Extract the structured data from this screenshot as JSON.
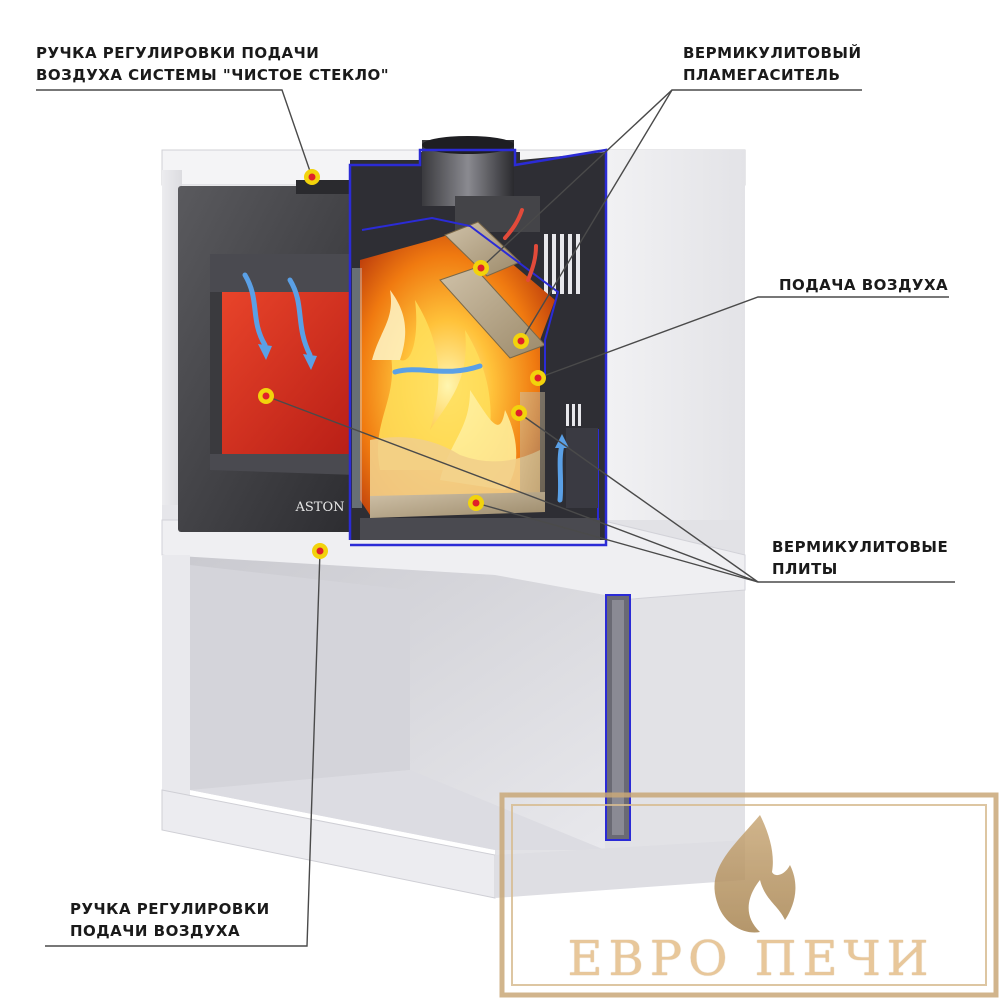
{
  "callouts": {
    "top_left": [
      "РУЧКА РЕГУЛИРОВКИ ПОДАЧИ",
      "ВОЗДУХА СИСТЕМЫ \"ЧИСТОЕ СТЕКЛО\""
    ],
    "top_right": [
      "ВЕРМИКУЛИТОВЫЙ",
      "ПЛАМЕГАСИТЕЛЬ"
    ],
    "mid_right": [
      "ПОДАЧА ВОЗДУХА"
    ],
    "bottom_right": [
      "ВЕРМИКУЛИТОВЫЕ",
      "ПЛИТЫ"
    ],
    "bottom_left": [
      "РУЧКА РЕГУЛИРОВКИ",
      "ПОДАЧИ ВОЗДУХА"
    ]
  },
  "door_brand": "ASTON",
  "watermark": "ЕВРО ПЕЧИ",
  "colors": {
    "marker_fill": "#f2d30c",
    "marker_dot": "#e0202a",
    "cutaway_outline": "#2b2bd6",
    "flame": "#f59a14",
    "firebox_red": "#d42a1e",
    "air_arrow": "#5aa0e6"
  }
}
